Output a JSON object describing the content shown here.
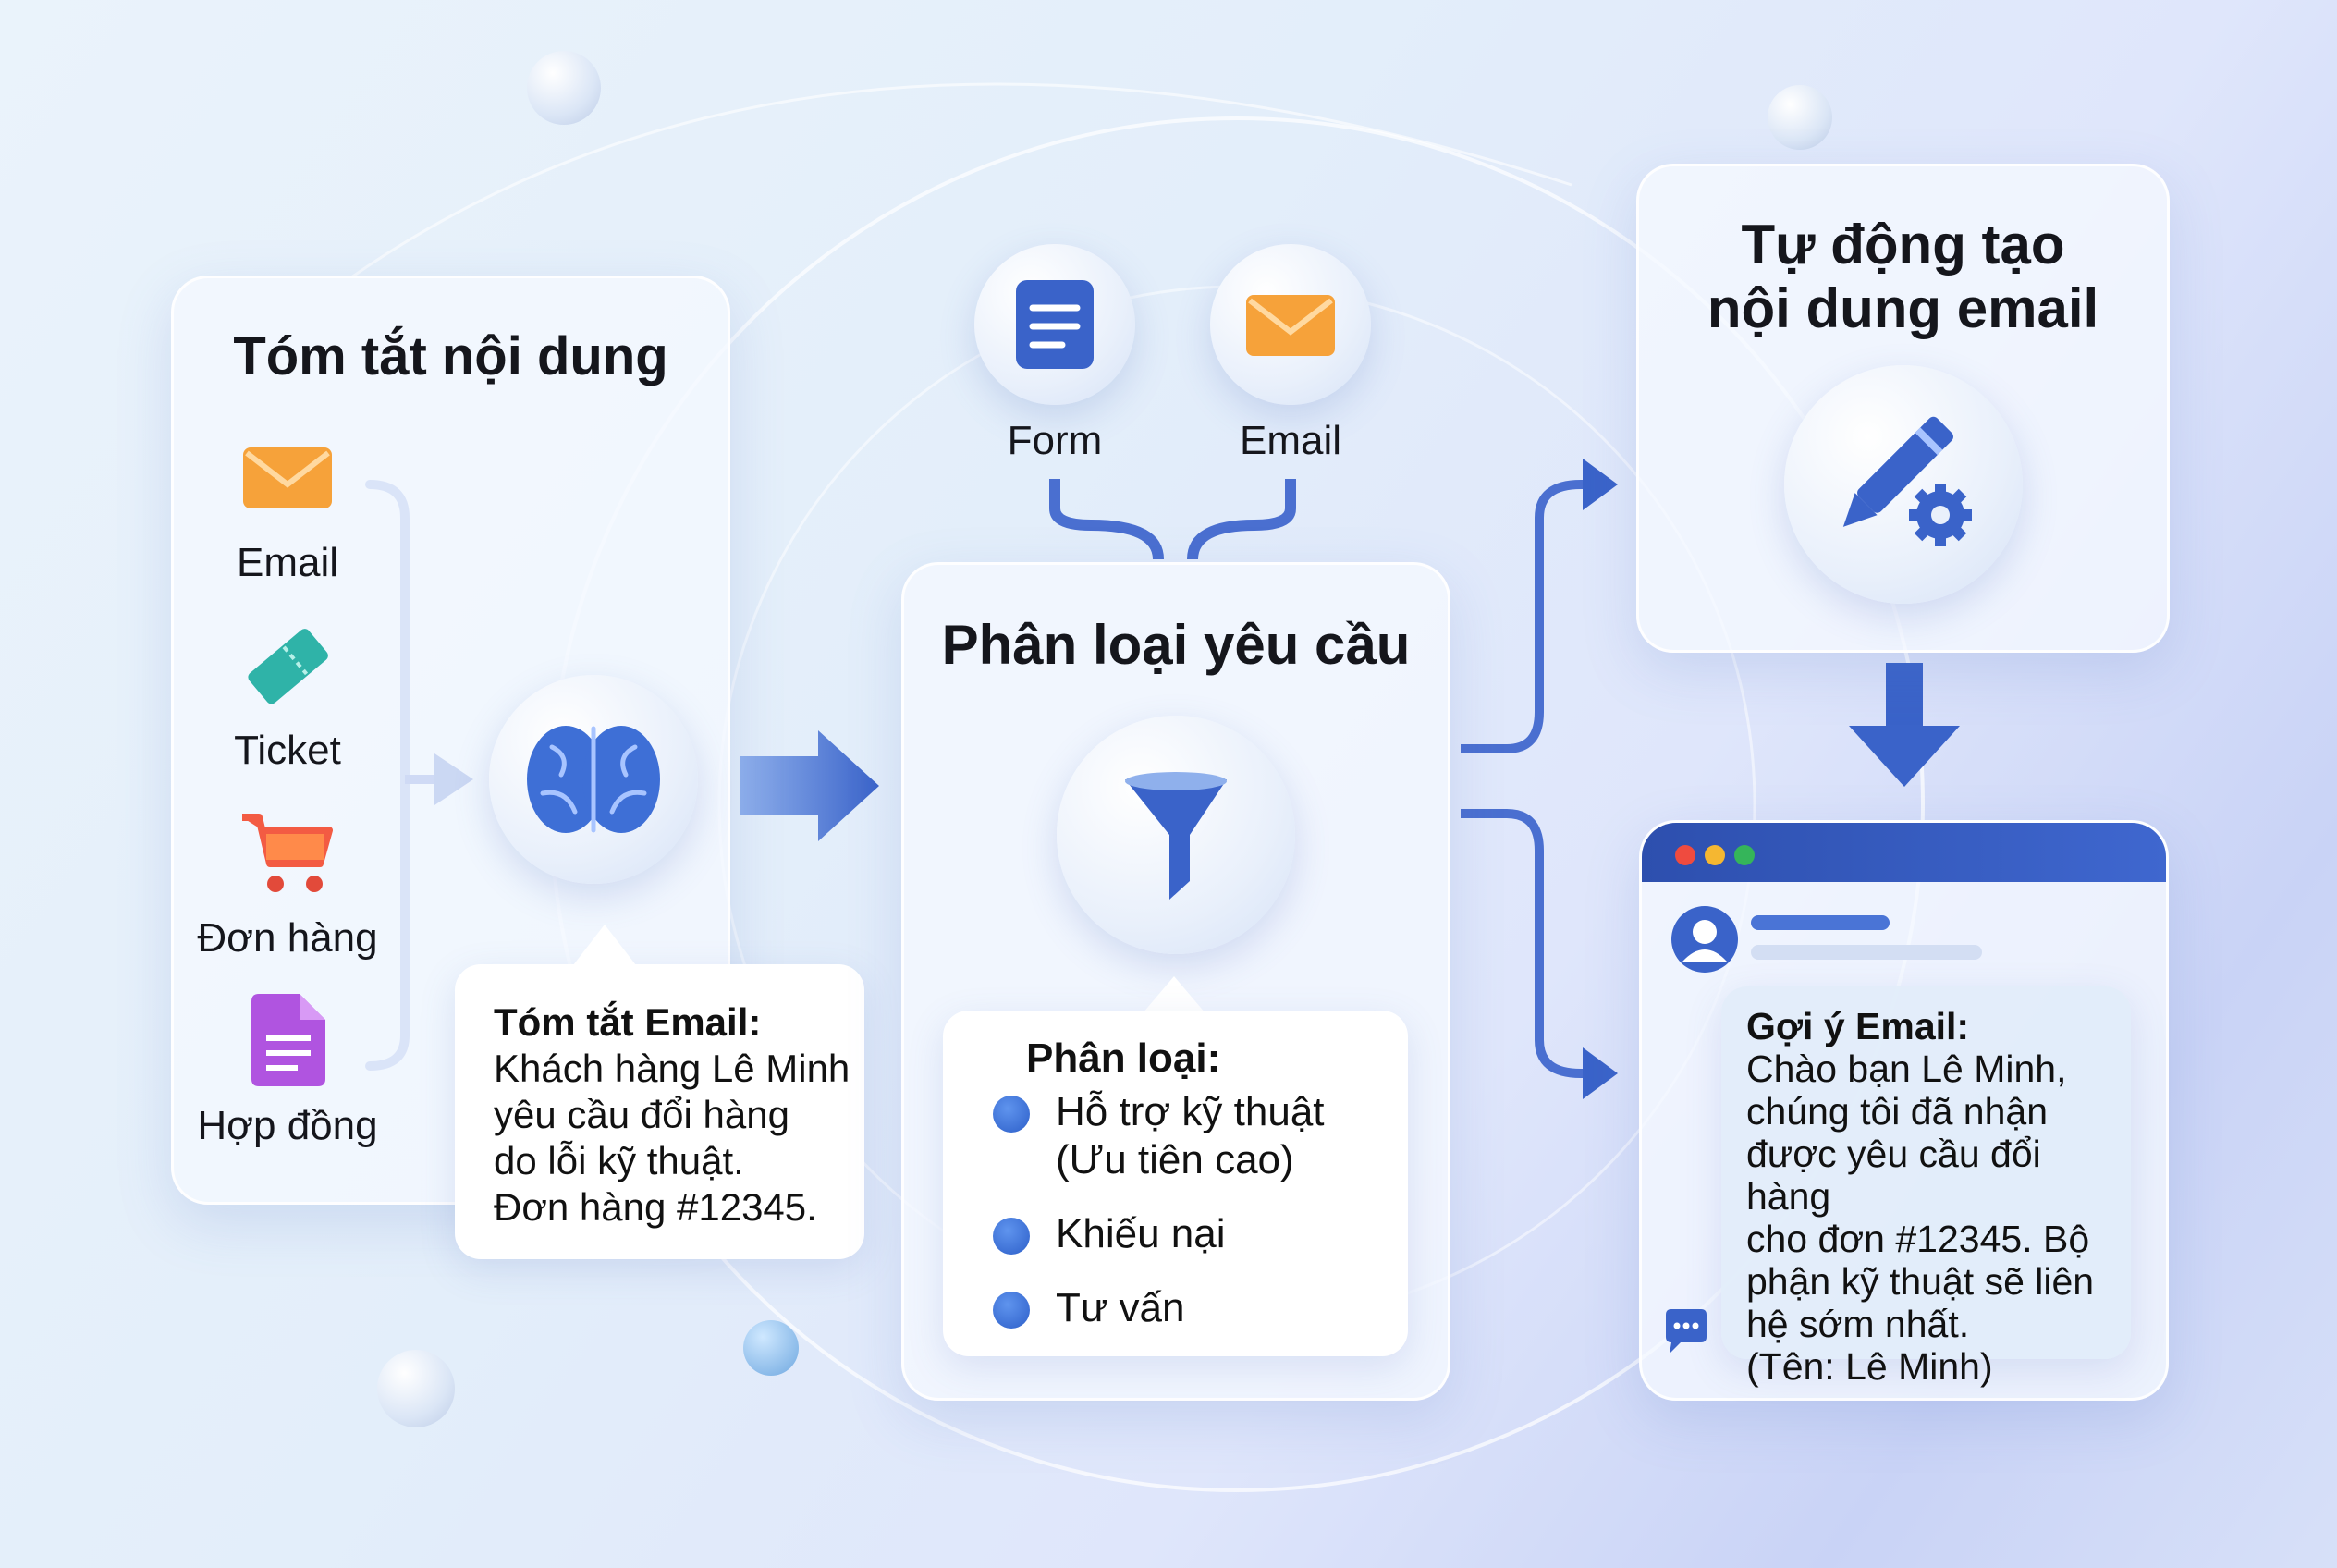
{
  "summary_panel": {
    "title": "Tóm tắt nội dung",
    "sources": [
      {
        "icon": "email-icon",
        "label": "Email"
      },
      {
        "icon": "ticket-icon",
        "label": "Ticket"
      },
      {
        "icon": "cart-icon",
        "label": "Đơn hàng"
      },
      {
        "icon": "contract-icon",
        "label": "Hợp đồng"
      }
    ],
    "bubble": {
      "heading": "Tóm tắt Email:",
      "lines": [
        "Khách hàng Lê Minh",
        "yêu cầu đổi hàng",
        "do lỗi kỹ thuật.",
        "Đơn hàng #12345."
      ]
    }
  },
  "inputs": [
    {
      "icon": "form-icon",
      "label": "Form"
    },
    {
      "icon": "email-icon",
      "label": "Email"
    }
  ],
  "classify_panel": {
    "title": "Phân loại yêu cầu",
    "bubble": {
      "heading": "Phân loại:",
      "items": [
        "Hỗ trợ kỹ thuật",
        "(Ưu tiên cao)",
        "Khiếu nại",
        "Tư vấn"
      ]
    }
  },
  "generate_panel": {
    "title_lines": [
      "Tự động tạo",
      "nội dung email"
    ]
  },
  "email_window": {
    "bubble": {
      "heading": "Gợi ý Email:",
      "lines": [
        "Chào bạn Lê Minh,",
        "chúng tôi đã nhận",
        "được yêu cầu đổi hàng",
        "cho đơn #12345. Bộ",
        "phận kỹ thuật sẽ liên",
        "hệ sớm nhất.",
        "(Tên: Lê Minh)"
      ]
    }
  },
  "colors": {
    "accent": "#3a63c9",
    "title_bar": "#3557b8"
  }
}
